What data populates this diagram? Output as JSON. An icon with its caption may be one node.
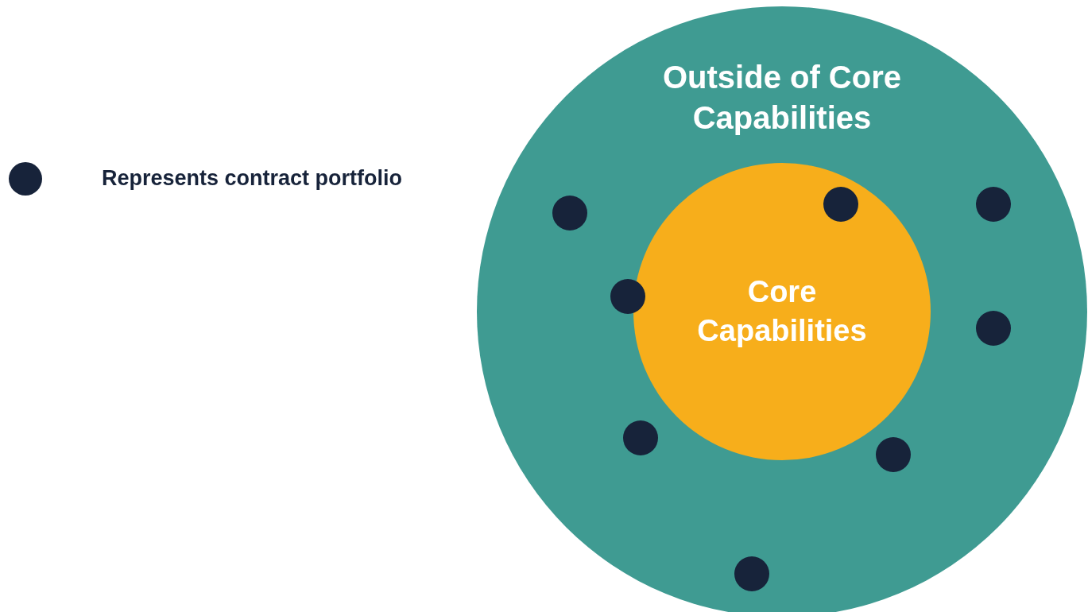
{
  "diagram": {
    "nodes": [
      {
        "text": [
          "Outside of Core Capabilities"
        ]
      },
      {
        "text": [
          "Core Capabilities"
        ],
        "in": 0
      },
      {
        "text": [],
        "shape": "circle",
        "in": 0
      },
      {
        "text": [],
        "shape": "circle",
        "in": 1
      },
      {
        "text": [],
        "shape": "circle",
        "in": 0
      },
      {
        "text": [],
        "shape": "circle",
        "in": 0
      },
      {
        "text": [],
        "shape": "circle",
        "in": 0
      },
      {
        "text": [],
        "shape": "circle",
        "in": 0
      },
      {
        "text": [],
        "shape": "circle",
        "in": 0
      },
      {
        "text": [],
        "shape": "circle",
        "in": 0
      }
    ],
    "legend": [
      {
        "text": "Represents contract portfolio"
      }
    ]
  }
}
